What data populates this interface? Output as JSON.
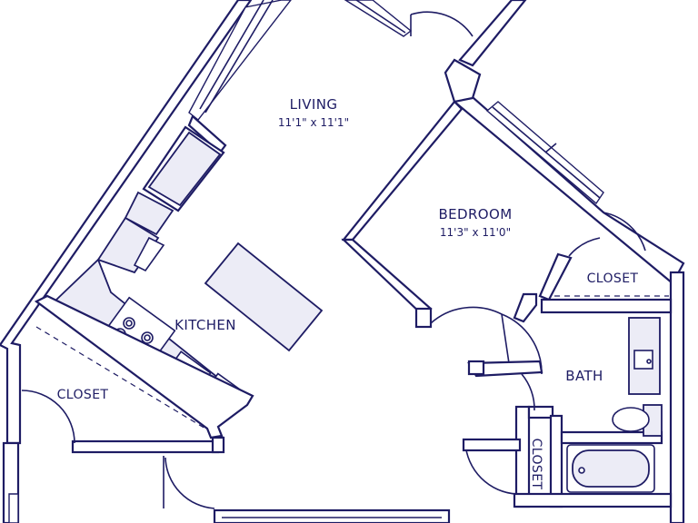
{
  "colors": {
    "wall": "#1e1c64",
    "fixture": "#ececf6",
    "text": "#1e1c64"
  },
  "rooms": {
    "living": {
      "name": "LIVING",
      "dimensions": "11'1\" x 11'1\""
    },
    "bedroom": {
      "name": "BEDROOM",
      "dimensions": "11'3\" x 11'0\""
    },
    "kitchen": {
      "name": "KITCHEN"
    },
    "bath": {
      "name": "BATH"
    },
    "closet_entry": {
      "name": "CLOSET"
    },
    "closet_bedroom": {
      "name": "CLOSET"
    },
    "closet_bath": {
      "name": "CLOSET"
    }
  }
}
